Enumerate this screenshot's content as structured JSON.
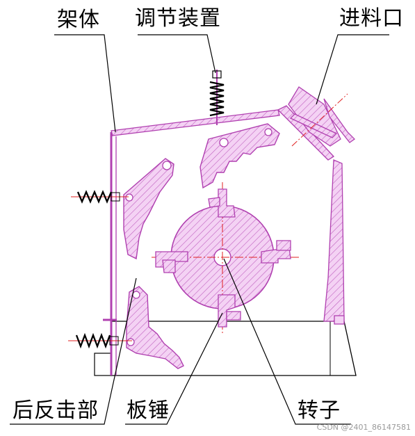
{
  "labels": {
    "frame": "架体",
    "adjusting_device": "调节装置",
    "feed_inlet": "进料口",
    "rear_impact_section": "后反击部",
    "blow_bar": "板锤",
    "rotor": "转子"
  },
  "watermark": "CSDN @2401_86147581",
  "colors": {
    "part_fill": "#f2c9f2",
    "part_outline": "#b040b0",
    "hatch": "#c060c0",
    "centerline": "#e02020",
    "line": "#000000"
  }
}
